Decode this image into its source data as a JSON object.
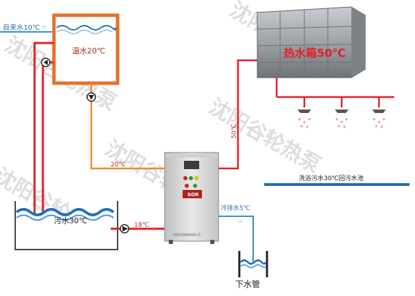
{
  "labels": {
    "tap_water": "自来水10℃",
    "warm_tank": "温水20℃",
    "hot_tank": "热水箱50℃",
    "temp_50": "50℃",
    "temp_20": "20℃",
    "sewage_pool": "污水30℃",
    "temp_18": "18℃",
    "cold_drain": "冷排水5℃",
    "sewer": "下水管",
    "shower_return": "洗浴污水30℃回污水池",
    "unit_brand": "SOR",
    "unit_nameplate": "沈阳谷轮热泵有限公司"
  },
  "watermark": "沈阳谷轮热泵",
  "colors": {
    "hot_pipe": "#e31e24",
    "warm_pipe": "#f08a2c",
    "cold_pipe": "#2f8fd8",
    "tank_frame": "#e9702a",
    "water": "#1f6fc1",
    "unit_body": "#dcdcdc",
    "watermark": "#cfcfcf"
  },
  "icons": [
    "pump-icon",
    "flow-arrow-icon",
    "shower-head-icon"
  ]
}
